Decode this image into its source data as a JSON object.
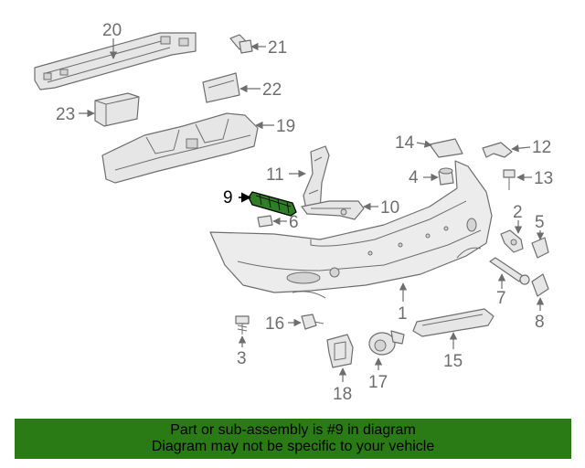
{
  "diagram": {
    "callouts": [
      {
        "id": "c1",
        "text": "1"
      },
      {
        "id": "c2",
        "text": "2"
      },
      {
        "id": "c3",
        "text": "3"
      },
      {
        "id": "c4",
        "text": "4"
      },
      {
        "id": "c5",
        "text": "5"
      },
      {
        "id": "c6",
        "text": "6"
      },
      {
        "id": "c7",
        "text": "7"
      },
      {
        "id": "c8",
        "text": "8"
      },
      {
        "id": "c9",
        "text": "9"
      },
      {
        "id": "c10",
        "text": "10"
      },
      {
        "id": "c11",
        "text": "11"
      },
      {
        "id": "c12",
        "text": "12"
      },
      {
        "id": "c13",
        "text": "13"
      },
      {
        "id": "c14",
        "text": "14"
      },
      {
        "id": "c15",
        "text": "15"
      },
      {
        "id": "c16",
        "text": "16"
      },
      {
        "id": "c17",
        "text": "17"
      },
      {
        "id": "c18",
        "text": "18"
      },
      {
        "id": "c19",
        "text": "19"
      },
      {
        "id": "c20",
        "text": "20"
      },
      {
        "id": "c21",
        "text": "21"
      },
      {
        "id": "c22",
        "text": "22"
      },
      {
        "id": "c23",
        "text": "23"
      }
    ],
    "highlighted_part": "9",
    "highlight_color": "#2f7d27",
    "line_color": "#6e6e6e"
  },
  "footer": {
    "line1": "Part or sub-assembly is #9 in diagram",
    "line2": "Diagram may not be specific to your vehicle",
    "background": "#2a7a16"
  }
}
